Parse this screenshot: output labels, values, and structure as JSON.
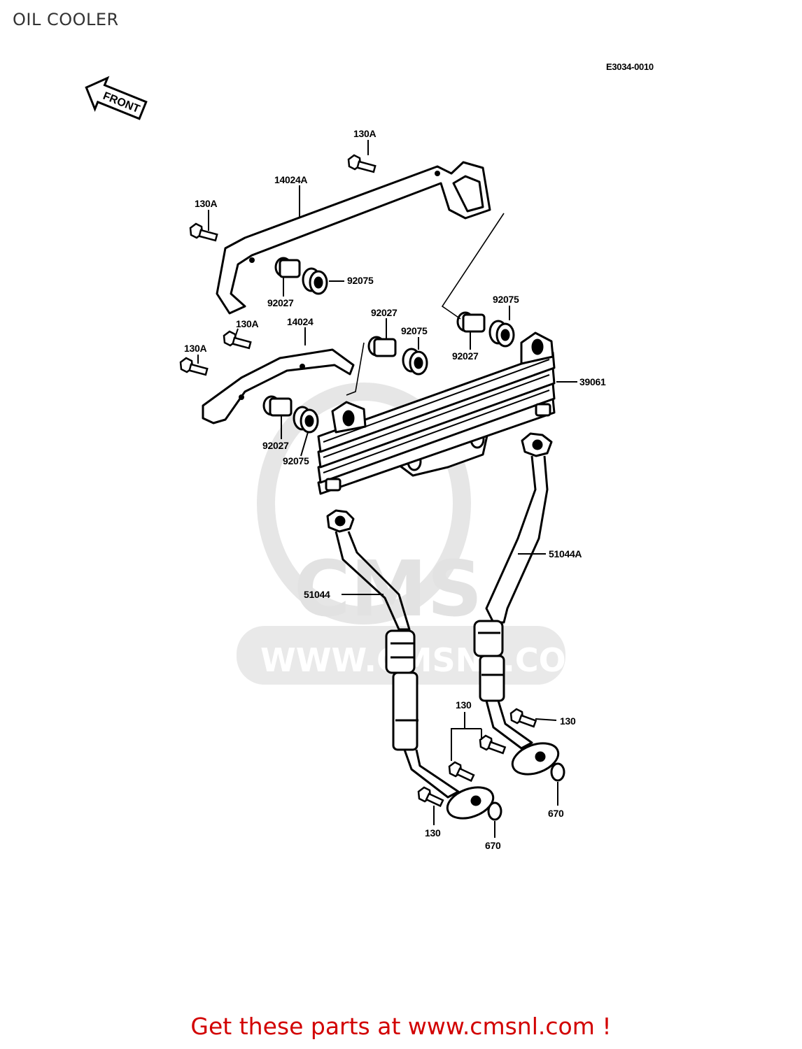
{
  "header": {
    "title": "OIL COOLER",
    "diagram_code": "E3034-0010"
  },
  "front_arrow": {
    "label": "FRONT"
  },
  "watermark": {
    "url": "WWW.CMSNL.COM",
    "logo_text": "CMS"
  },
  "callouts": {
    "c130a_top": "130A",
    "c14024a": "14024A",
    "c130a_left": "130A",
    "c92075_upper": "92075",
    "c92027_upper": "92027",
    "c130a_mid": "130A",
    "c14024": "14024",
    "c92027_mid": "92027",
    "c92075_mid": "92075",
    "c92075_right": "92075",
    "c92027_right": "92027",
    "c130a_lower": "130A",
    "c39061": "39061",
    "c92027_lower": "92027",
    "c92075_lower": "92075",
    "c51044a": "51044A",
    "c51044": "51044",
    "c130_group": "130",
    "c130_right": "130",
    "c670_right": "670",
    "c130_bottom": "130",
    "c670_bottom": "670"
  },
  "footer": {
    "cta": "Get these parts at www.cmsnl.com !"
  }
}
